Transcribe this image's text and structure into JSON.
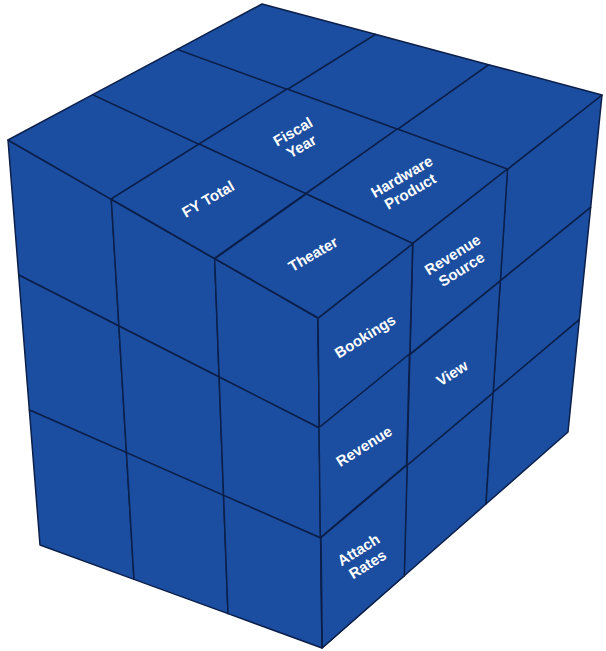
{
  "diagram": {
    "nodes": [
      {
        "text": [
          "Fiscal Year"
        ]
      },
      {
        "text": [
          "FY Total"
        ]
      },
      {
        "text": [
          "Hardware Product"
        ]
      },
      {
        "text": [
          "Theater"
        ]
      },
      {
        "text": [
          "Revenue Source"
        ]
      },
      {
        "text": [
          "Bookings"
        ]
      },
      {
        "text": [
          "View"
        ]
      },
      {
        "text": [
          "Revenue"
        ]
      },
      {
        "text": [
          "Attach Rates"
        ]
      }
    ]
  }
}
